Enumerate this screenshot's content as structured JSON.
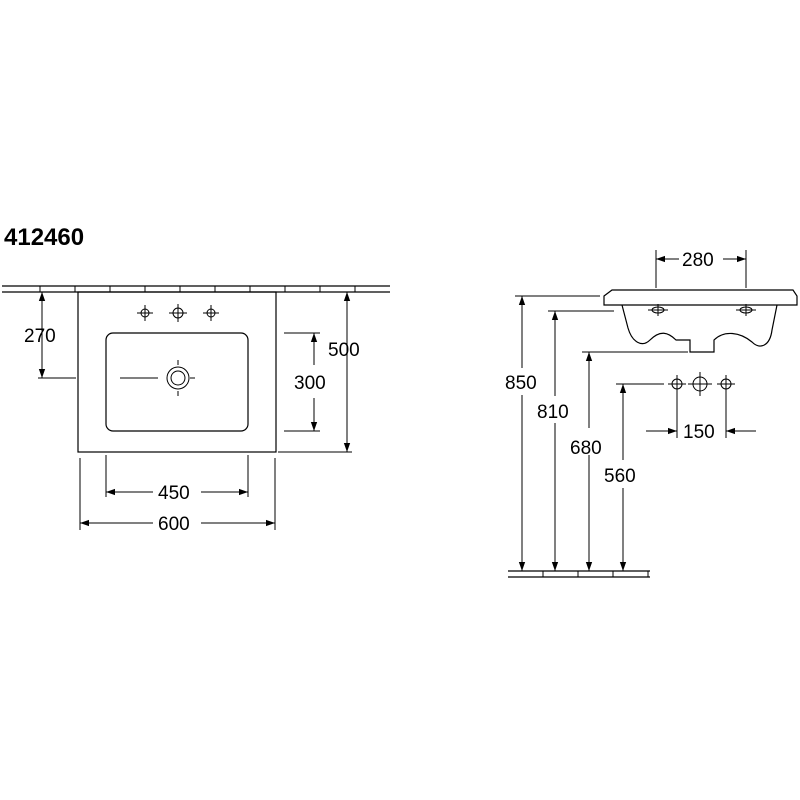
{
  "model_number": "412460",
  "plan_view": {
    "dimensions": {
      "wall_to_tap_depth": "270",
      "basin_inner_depth": "300",
      "overall_depth": "500",
      "basin_inner_width": "450",
      "overall_width": "600"
    }
  },
  "side_view": {
    "dimensions": {
      "tap_hole_spacing": "280",
      "top_height": "850",
      "rim_height": "810",
      "bowl_bottom_height": "680",
      "supply_height": "560",
      "supply_spacing": "150"
    }
  }
}
